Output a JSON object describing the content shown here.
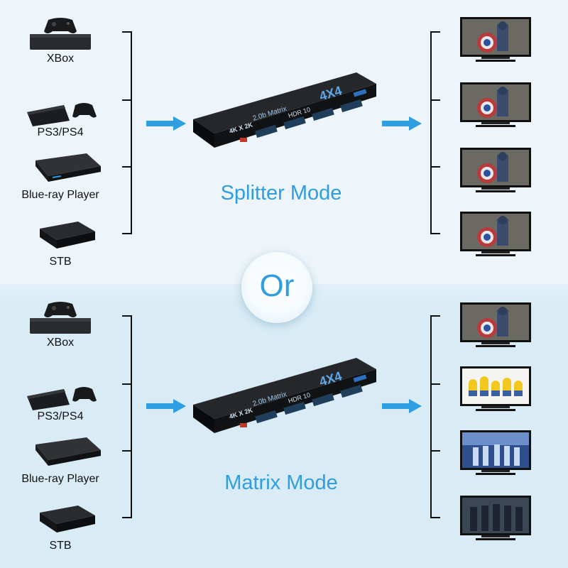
{
  "or_label": "Or",
  "top": {
    "mode_title": "Splitter Mode",
    "devices": [
      {
        "label": "XBox",
        "icon": "xbox-icon"
      },
      {
        "label": "PS3/PS4",
        "icon": "playstation-icon"
      },
      {
        "label": "Blue-ray Player",
        "icon": "bluray-player-icon"
      },
      {
        "label": "STB",
        "icon": "set-top-box-icon"
      }
    ],
    "matrix": {
      "name": "2.0b Matrix",
      "model": "4X4",
      "res": "4K X 2K",
      "hdr": "HDR 10"
    },
    "tv_screens": [
      "hero",
      "hero",
      "hero",
      "hero"
    ]
  },
  "bottom": {
    "mode_title": "Matrix Mode",
    "devices": [
      {
        "label": "XBox",
        "icon": "xbox-icon"
      },
      {
        "label": "PS3/PS4",
        "icon": "playstation-icon"
      },
      {
        "label": "Blue-ray Player",
        "icon": "bluray-player-icon"
      },
      {
        "label": "STB",
        "icon": "set-top-box-icon"
      }
    ],
    "matrix": {
      "name": "2.0b Matrix",
      "model": "4X4",
      "res": "4K X 2K",
      "hdr": "HDR 10"
    },
    "tv_screens": [
      "hero",
      "minions",
      "frozen",
      "avengers"
    ]
  },
  "colors": {
    "accent": "#2e9ee0",
    "device_body": "#1b1c1f",
    "line": "#111111"
  }
}
